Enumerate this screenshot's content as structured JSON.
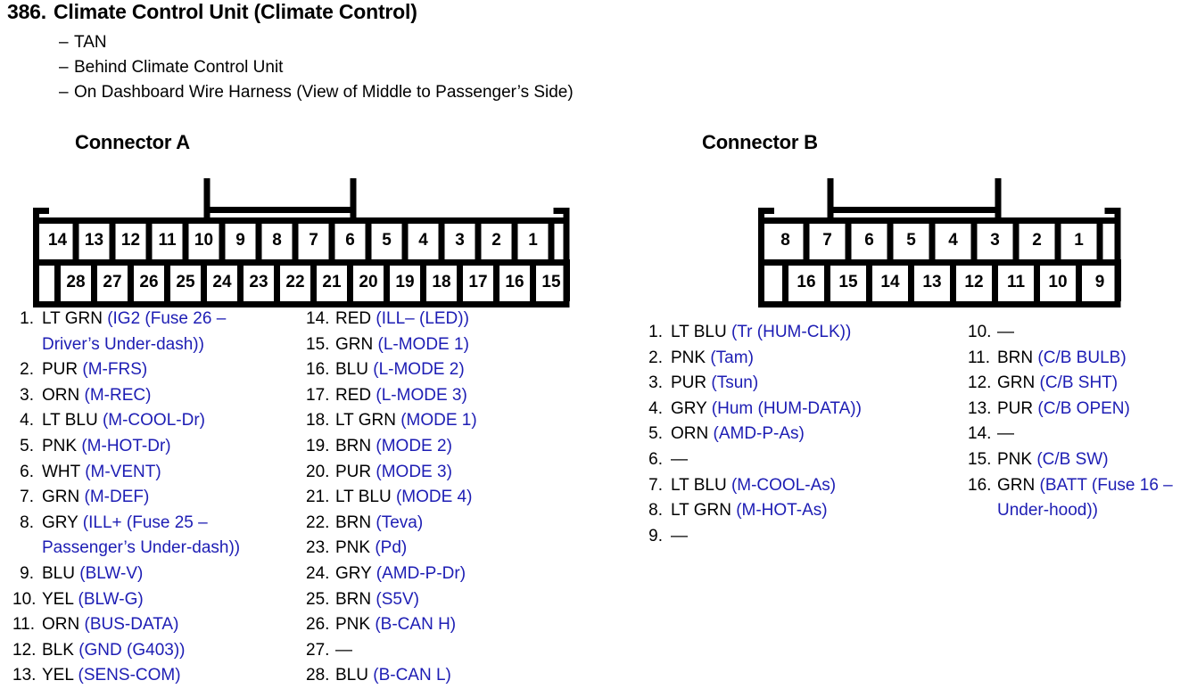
{
  "header": {
    "number": "386.",
    "title": "Climate Control Unit (Climate Control)",
    "notes": [
      "TAN",
      "Behind Climate Control Unit",
      "On Dashboard Wire Harness (View of Middle to Passenger’s Side)"
    ]
  },
  "colors": {
    "circuit_blue": "#1d1db4",
    "wire_black": "#000000",
    "connector_outline": "#000000",
    "background": "#ffffff"
  },
  "connector_a": {
    "heading": "Connector A",
    "top_row_pins": [
      "14",
      "13",
      "12",
      "11",
      "10",
      "9",
      "8",
      "7",
      "6",
      "5",
      "4",
      "3",
      "2",
      "1"
    ],
    "bottom_row_pins": [
      "28",
      "27",
      "26",
      "25",
      "24",
      "23",
      "22",
      "21",
      "20",
      "19",
      "18",
      "17",
      "16",
      "15"
    ],
    "pins_left": [
      {
        "n": "1.",
        "wire": "LT GRN",
        "circuit": "(IG2 (Fuse 26 – Driver’s Under-dash))"
      },
      {
        "n": "2.",
        "wire": "PUR",
        "circuit": "(M-FRS)"
      },
      {
        "n": "3.",
        "wire": "ORN",
        "circuit": "(M-REC)"
      },
      {
        "n": "4.",
        "wire": "LT BLU",
        "circuit": "(M-COOL-Dr)"
      },
      {
        "n": "5.",
        "wire": "PNK",
        "circuit": "(M-HOT-Dr)"
      },
      {
        "n": "6.",
        "wire": "WHT",
        "circuit": "(M-VENT)"
      },
      {
        "n": "7.",
        "wire": "GRN",
        "circuit": "(M-DEF)"
      },
      {
        "n": "8.",
        "wire": "GRY",
        "circuit": "(ILL+ (Fuse 25 – Passenger’s Under-dash))"
      },
      {
        "n": "9.",
        "wire": "BLU",
        "circuit": "(BLW-V)"
      },
      {
        "n": "10.",
        "wire": "YEL",
        "circuit": "(BLW-G)"
      },
      {
        "n": "11.",
        "wire": "ORN",
        "circuit": "(BUS-DATA)"
      },
      {
        "n": "12.",
        "wire": "BLK",
        "circuit": "(GND (G403))"
      },
      {
        "n": "13.",
        "wire": "YEL",
        "circuit": "(SENS-COM)"
      }
    ],
    "pins_right": [
      {
        "n": "14.",
        "wire": "RED",
        "circuit": "(ILL– (LED))"
      },
      {
        "n": "15.",
        "wire": "GRN",
        "circuit": "(L-MODE 1)"
      },
      {
        "n": "16.",
        "wire": "BLU",
        "circuit": "(L-MODE 2)"
      },
      {
        "n": "17.",
        "wire": "RED",
        "circuit": "(L-MODE 3)"
      },
      {
        "n": "18.",
        "wire": "LT GRN",
        "circuit": "(MODE 1)"
      },
      {
        "n": "19.",
        "wire": "BRN",
        "circuit": "(MODE 2)"
      },
      {
        "n": "20.",
        "wire": "PUR",
        "circuit": "(MODE 3)"
      },
      {
        "n": "21.",
        "wire": "LT BLU",
        "circuit": "(MODE 4)"
      },
      {
        "n": "22.",
        "wire": "BRN",
        "circuit": "(Teva)"
      },
      {
        "n": "23.",
        "wire": "PNK",
        "circuit": "(Pd)"
      },
      {
        "n": "24.",
        "wire": "GRY",
        "circuit": "(AMD-P-Dr)"
      },
      {
        "n": "25.",
        "wire": "BRN",
        "circuit": "(S5V)"
      },
      {
        "n": "26.",
        "wire": "PNK",
        "circuit": "(B-CAN H)"
      },
      {
        "n": "27.",
        "wire": "—",
        "circuit": ""
      },
      {
        "n": "28.",
        "wire": "BLU",
        "circuit": "(B-CAN L)"
      }
    ]
  },
  "connector_b": {
    "heading": "Connector B",
    "top_row_pins": [
      "8",
      "7",
      "6",
      "5",
      "4",
      "3",
      "2",
      "1"
    ],
    "bottom_row_pins": [
      "16",
      "15",
      "14",
      "13",
      "12",
      "11",
      "10",
      "9"
    ],
    "pins_left": [
      {
        "n": "1.",
        "wire": "LT BLU",
        "circuit": "(Tr (HUM-CLK))"
      },
      {
        "n": "2.",
        "wire": "PNK",
        "circuit": "(Tam)"
      },
      {
        "n": "3.",
        "wire": "PUR",
        "circuit": "(Tsun)"
      },
      {
        "n": "4.",
        "wire": "GRY",
        "circuit": "(Hum (HUM-DATA))"
      },
      {
        "n": "5.",
        "wire": "ORN",
        "circuit": "(AMD-P-As)"
      },
      {
        "n": "6.",
        "wire": "—",
        "circuit": ""
      },
      {
        "n": "7.",
        "wire": "LT BLU",
        "circuit": "(M-COOL-As)"
      },
      {
        "n": "8.",
        "wire": "LT GRN",
        "circuit": "(M-HOT-As)"
      },
      {
        "n": "9.",
        "wire": "—",
        "circuit": ""
      }
    ],
    "pins_right": [
      {
        "n": "10.",
        "wire": "—",
        "circuit": ""
      },
      {
        "n": "11.",
        "wire": "BRN",
        "circuit": "(C/B BULB)"
      },
      {
        "n": "12.",
        "wire": "GRN",
        "circuit": "(C/B SHT)"
      },
      {
        "n": "13.",
        "wire": "PUR",
        "circuit": "(C/B OPEN)"
      },
      {
        "n": "14.",
        "wire": "—",
        "circuit": ""
      },
      {
        "n": "15.",
        "wire": "PNK",
        "circuit": "(C/B SW)"
      },
      {
        "n": "16.",
        "wire": "GRN",
        "circuit": "(BATT (Fuse 16 – Under-hood))"
      }
    ]
  }
}
